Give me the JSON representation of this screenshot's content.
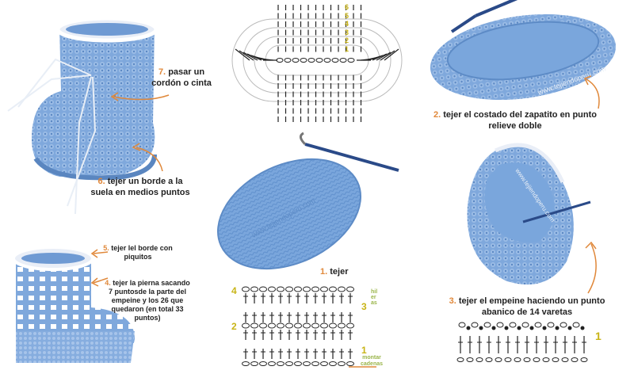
{
  "colors": {
    "yarn": "#7fa8dc",
    "yarn_dark": "#4f7fbf",
    "trim": "#ffffff",
    "accent": "#e0883a",
    "chart_label": "#c8b416",
    "row_label": "#9ab54a"
  },
  "steps": {
    "s1": {
      "num": "1.",
      "text": "tejer"
    },
    "s2": {
      "num": "2.",
      "text": "tejer el costado del zapatito en punto relieve doble"
    },
    "s3": {
      "num": "3.",
      "text": "tejer el empeine haciendo un punto abanico de 14 varetas"
    },
    "s4": {
      "num": "4.",
      "text": "tejer la pierna sacando 7 puntosde la parte del empeine y los 26 que quedaron (en total 33 puntos)"
    },
    "s5": {
      "num": "5.",
      "text": "tejer lel borde con piquitos"
    },
    "s6": {
      "num": "6.",
      "text": "tejer un borde a la suela en medios puntos"
    },
    "s7": {
      "num": "7.",
      "text": "pasar un cordón o cinta"
    }
  },
  "top_chart": {
    "row_numbers": [
      "6",
      "5",
      "4",
      "3",
      "2",
      "1"
    ]
  },
  "bottom_chart": {
    "row_numbers": [
      "4",
      "3",
      "2",
      "1"
    ],
    "hileras": "hileras",
    "montar": "montar cadenas"
  },
  "fan_chart": {
    "row_number": "1"
  },
  "watermark": "www.tejiendoperu.com"
}
